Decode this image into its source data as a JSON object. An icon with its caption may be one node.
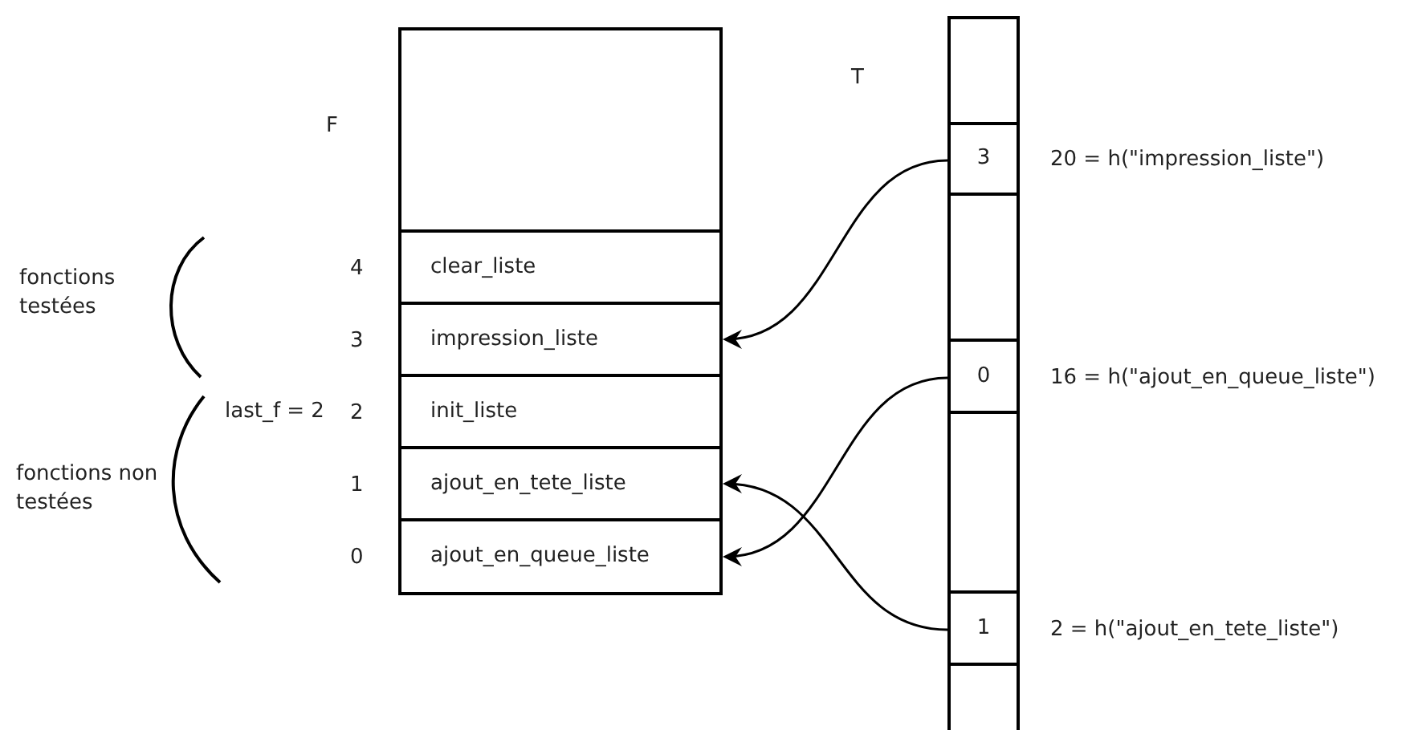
{
  "diagram": {
    "nodes": [
      {
        "text": [],
        "shape": "box"
      },
      {
        "text": [
          "clear_liste"
        ],
        "beside": [
          "4"
        ]
      },
      {
        "text": [
          "impression_liste"
        ],
        "beside": [
          "3"
        ]
      },
      {
        "text": [
          "init_liste"
        ],
        "beside": [
          "2"
        ]
      },
      {
        "text": [
          "ajout_en_tete_liste"
        ],
        "beside": [
          "1"
        ]
      },
      {
        "text": [
          "ajout_en_queue_liste"
        ],
        "beside": [
          "0"
        ]
      },
      {
        "text": [],
        "shape": "box"
      },
      {
        "text": [
          "3"
        ],
        "beside": [
          "20 = h(\"impression_liste\")"
        ]
      },
      {
        "text": [],
        "shape": "box"
      },
      {
        "text": [
          "0"
        ],
        "beside": [
          "16 = h(\"ajout_en_queue_liste\")"
        ]
      },
      {
        "text": [],
        "shape": "box"
      },
      {
        "text": [
          "1"
        ],
        "beside": [
          "2 = h(\"ajout_en_tete_liste\")"
        ]
      },
      {
        "text": [],
        "shape": "box"
      }
    ],
    "edges": [
      {
        "from": 7,
        "to": 2,
        "arrow": "to"
      },
      {
        "from": 9,
        "to": 5,
        "arrow": "to"
      },
      {
        "from": 11,
        "to": 4,
        "arrow": "to"
      }
    ],
    "labels": [
      "T",
      "F",
      "fonctions testées",
      "last_f = 2",
      "fonctions non testées"
    ]
  }
}
